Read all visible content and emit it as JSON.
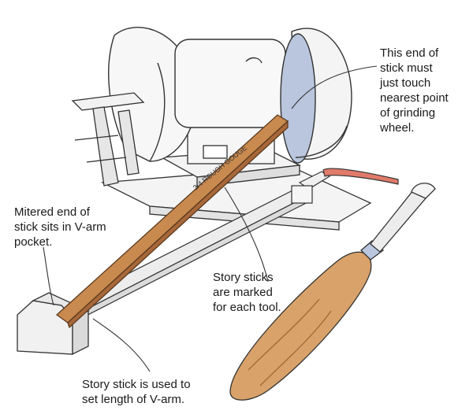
{
  "callouts": {
    "wheel_contact": "This end of\nstick must\njust touch\nnearest point\nof grinding\nwheel.",
    "mitered_end": "Mitered end of\nstick sits in V-arm\npocket.",
    "sticks_marked": "Story sticks\nare marked\nfor each tool.",
    "set_length": "Story stick is used to\nset length of V-arm."
  },
  "stick_inscription": "3/4 ROUGH GOUGE",
  "colors": {
    "stick_wood": "#c98a4f",
    "stick_shade": "#a8683a",
    "gouge_handle": "#d9a26a",
    "wheel_blue": "#b9c6dd",
    "leader_red": "#c03a3a",
    "rest_handle": "#e07a6a",
    "ink": "#333333"
  }
}
